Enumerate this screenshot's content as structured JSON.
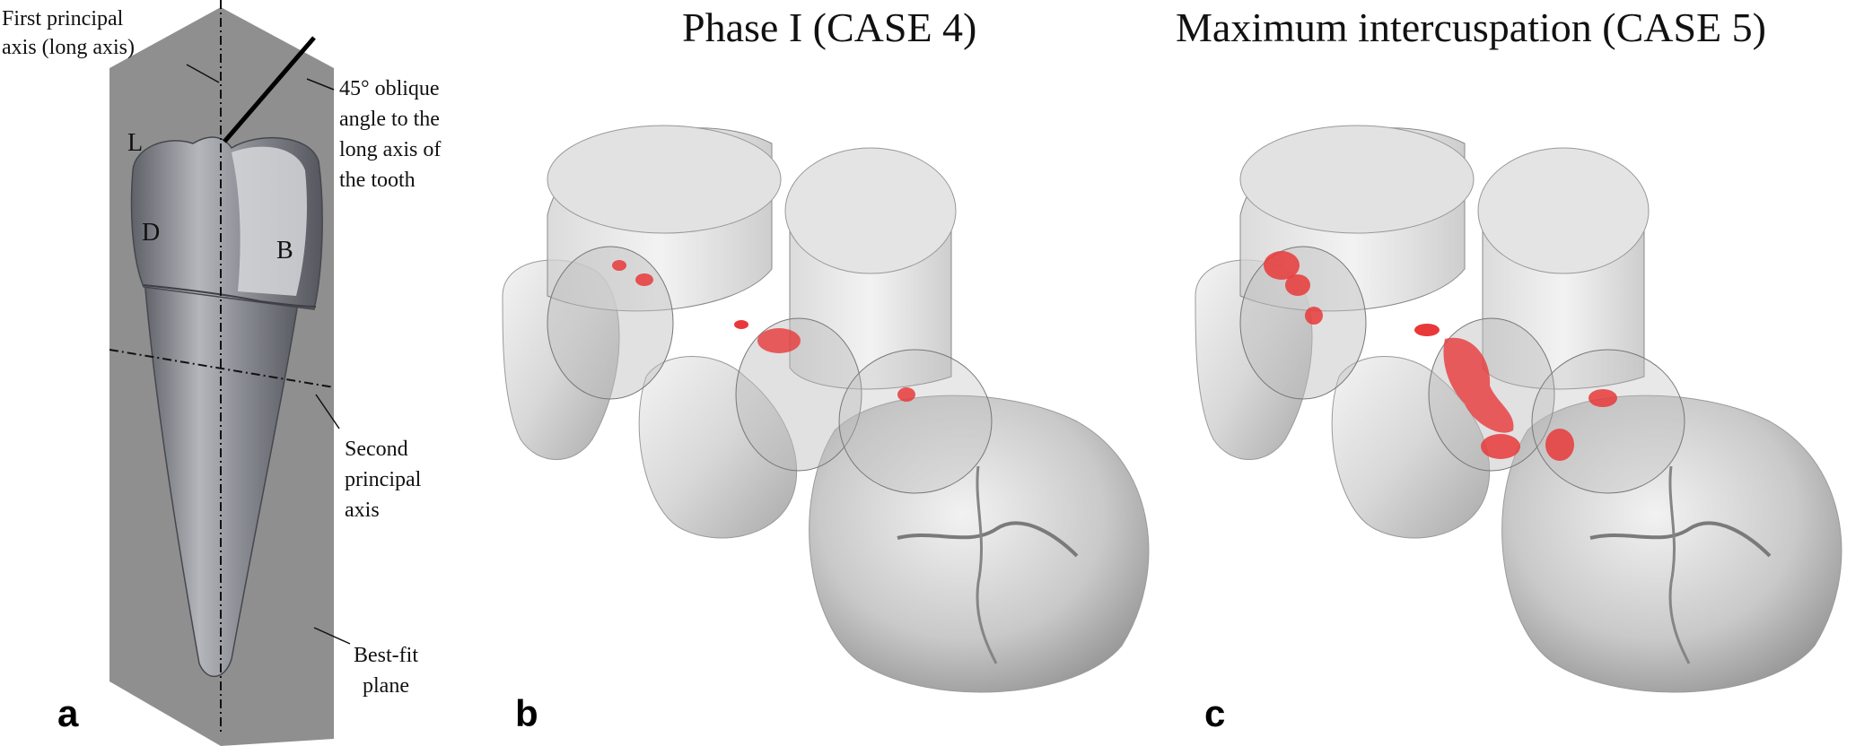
{
  "panel_a": {
    "letter": "a",
    "first_axis_line1": "First principal",
    "first_axis_line2": "axis (long axis)",
    "oblique_line1": "45° oblique",
    "oblique_line2": "angle to the",
    "oblique_line3": "long axis of",
    "oblique_line4": "the tooth",
    "surface_L": "L",
    "surface_D": "D",
    "surface_B": "B",
    "second_axis_line1": "Second",
    "second_axis_line2": "principal",
    "second_axis_line3": "axis",
    "plane_line1": "Best-fit",
    "plane_line2": "plane"
  },
  "panel_b": {
    "letter": "b",
    "title": "Phase I (CASE 4)"
  },
  "panel_c": {
    "letter": "c",
    "title": "Maximum intercuspation (CASE 5)"
  },
  "colors": {
    "plane": "#8f8f8f",
    "tooth": "#9a9ca3",
    "contact": "#e8383a",
    "crown_model": "#d6d6d6"
  }
}
